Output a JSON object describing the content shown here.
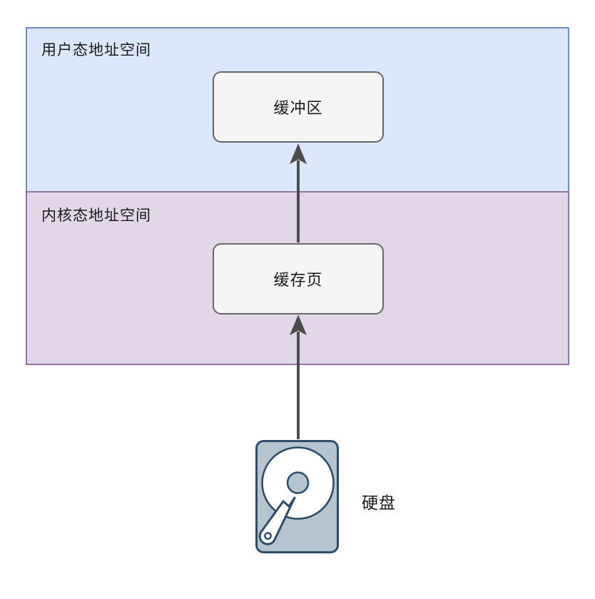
{
  "diagram": {
    "title": "page-cache-data-flow",
    "regions": [
      {
        "id": "user-space",
        "label": "用户态地址空间",
        "fill": "#dbe8fb",
        "stroke": "#6c8ebf"
      },
      {
        "id": "kernel-space",
        "label": "内核态地址空间",
        "fill": "#e2d6e9",
        "stroke": "#9673a6"
      }
    ],
    "nodes": [
      {
        "id": "buffer",
        "label": "缓冲区",
        "region": "user-space",
        "fill": "#f5f5f5",
        "stroke": "#666666"
      },
      {
        "id": "cache-page",
        "label": "缓存页",
        "region": "kernel-space",
        "fill": "#f5f5f5",
        "stroke": "#666666"
      }
    ],
    "disk": {
      "label": "硬盘",
      "icon": "hard-disk-icon",
      "fill": "#b6c4d0",
      "stroke": "#2e4d6b"
    },
    "arrows": [
      {
        "from": "hard-disk",
        "to": "cache-page",
        "color": "#4d4d4d",
        "direction": "up"
      },
      {
        "from": "cache-page",
        "to": "buffer",
        "color": "#4d4d4d",
        "direction": "up"
      }
    ]
  }
}
